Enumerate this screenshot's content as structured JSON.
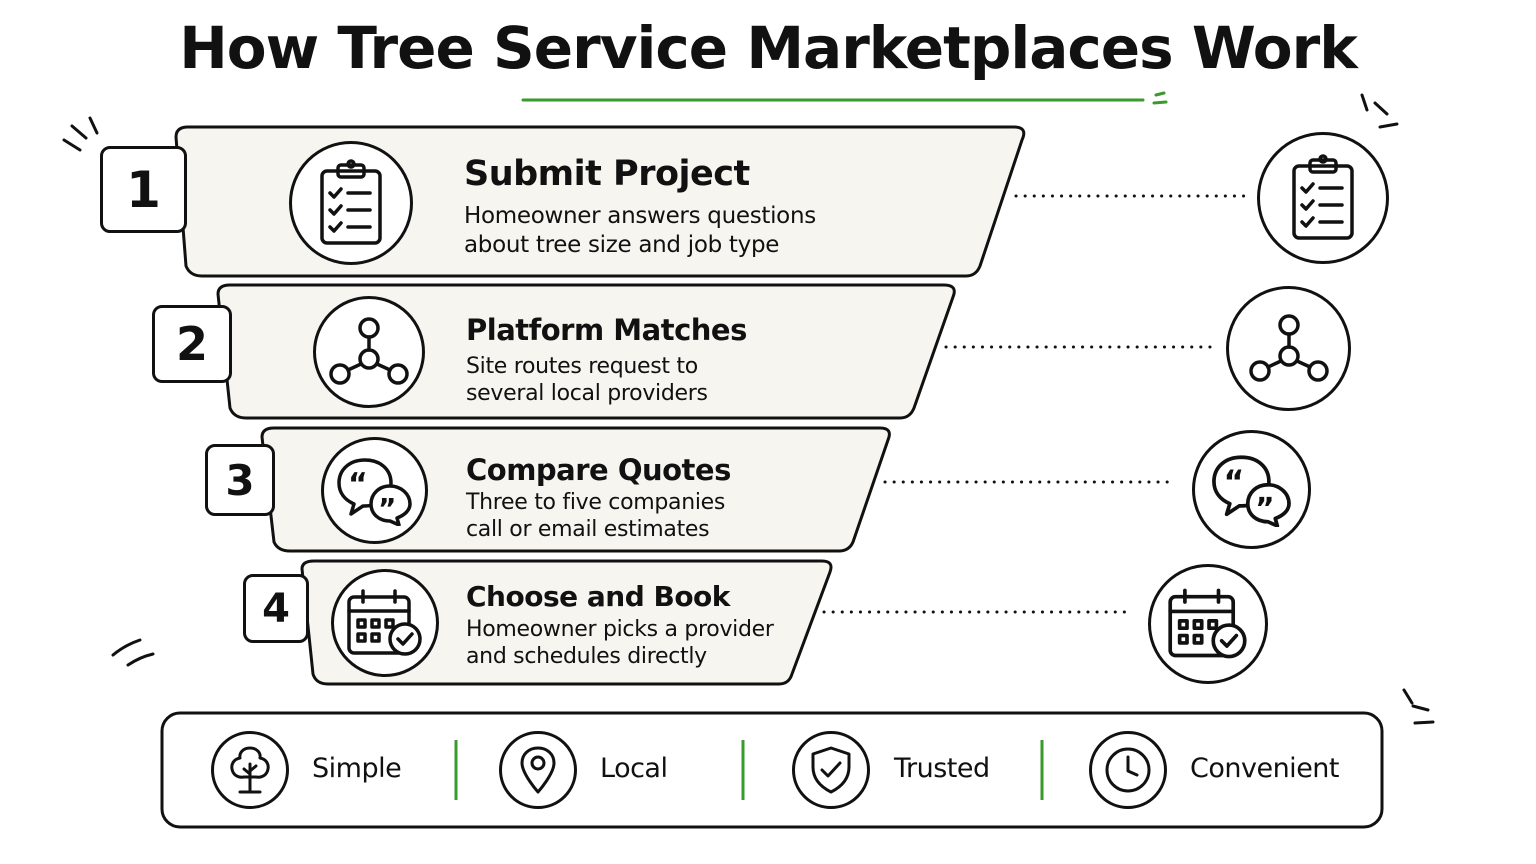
{
  "title": "How Tree Service Marketplaces Work",
  "accent_color": "#3a9a2e",
  "steps": [
    {
      "number": "1",
      "title": "Submit Project",
      "description_lines": [
        "Homeowner answers questions",
        "about tree size and job type"
      ],
      "icon": "clipboard-checklist-icon"
    },
    {
      "number": "2",
      "title": "Platform Matches",
      "description_lines": [
        "Site routes request to",
        "several local providers"
      ],
      "icon": "network-nodes-icon"
    },
    {
      "number": "3",
      "title": "Compare Quotes",
      "description_lines": [
        "Three to five companies",
        "call or email estimates"
      ],
      "icon": "quote-bubbles-icon"
    },
    {
      "number": "4",
      "title": "Choose and Book",
      "description_lines": [
        "Homeowner picks a provider",
        "and schedules directly"
      ],
      "icon": "calendar-check-icon"
    }
  ],
  "features": [
    {
      "label": "Simple",
      "icon": "tree-icon"
    },
    {
      "label": "Local",
      "icon": "location-pin-icon"
    },
    {
      "label": "Trusted",
      "icon": "shield-check-icon"
    },
    {
      "label": "Convenient",
      "icon": "clock-icon"
    }
  ]
}
